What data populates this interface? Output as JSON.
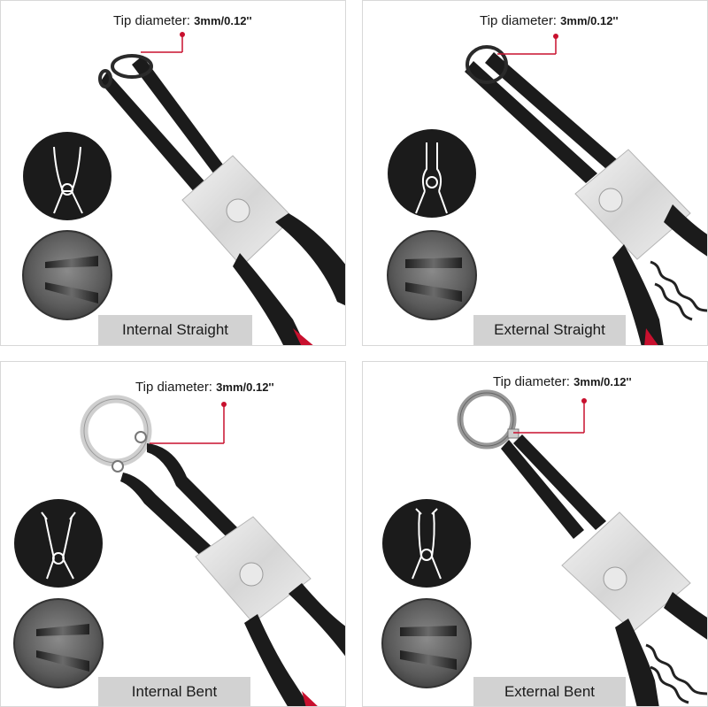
{
  "panels": [
    {
      "label": "Internal Straight",
      "tip_label": "Tip diameter:",
      "tip_value": "3mm/0.12''"
    },
    {
      "label": "External Straight",
      "tip_label": "Tip diameter:",
      "tip_value": "3mm/0.12''"
    },
    {
      "label": "Internal Bent",
      "tip_label": "Tip diameter:",
      "tip_value": "3mm/0.12''"
    },
    {
      "label": "External Bent",
      "tip_label": "Tip diameter:",
      "tip_value": "3mm/0.12''"
    }
  ],
  "colors": {
    "label_bg": "#d2d2d2",
    "accent": "#c8102e",
    "handle": "#1a1a1a"
  }
}
